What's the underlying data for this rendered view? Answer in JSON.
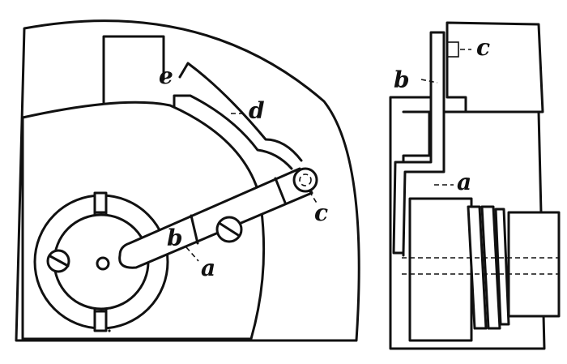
{
  "figure": {
    "left_view": {
      "labels": {
        "a": "a",
        "b": "b",
        "c": "c",
        "d": "d",
        "e": "e"
      }
    },
    "right_view": {
      "labels": {
        "a": "a",
        "b": "b",
        "c": "c"
      }
    }
  }
}
